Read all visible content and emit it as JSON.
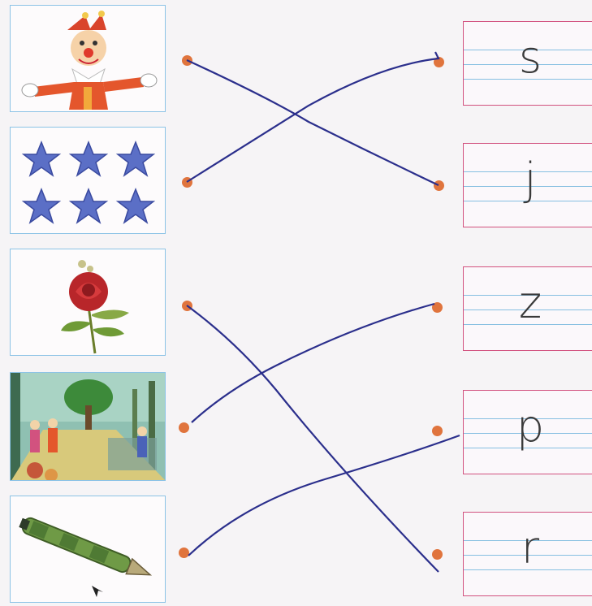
{
  "exercise": {
    "pictures": [
      {
        "id": "clown",
        "name": "clown-picture"
      },
      {
        "id": "stars",
        "name": "stars-picture"
      },
      {
        "id": "rose",
        "name": "rose-picture"
      },
      {
        "id": "park",
        "name": "park-picture"
      },
      {
        "id": "pen",
        "name": "pen-picture"
      }
    ],
    "letters": [
      "s",
      "j",
      "z",
      "p",
      "r"
    ],
    "matches": [
      {
        "picture": "clown",
        "letter": "j"
      },
      {
        "picture": "stars",
        "letter": "s"
      },
      {
        "picture": "rose",
        "letter": "r"
      },
      {
        "picture": "park",
        "letter": "z"
      },
      {
        "picture": "pen",
        "letter": "p"
      }
    ],
    "colors": {
      "dot": "#e0743d",
      "line": "#2b2f8c",
      "picture_border": "#8cc3e6",
      "letter_border": "#d2527f",
      "ruling": "#86bfe1"
    }
  }
}
